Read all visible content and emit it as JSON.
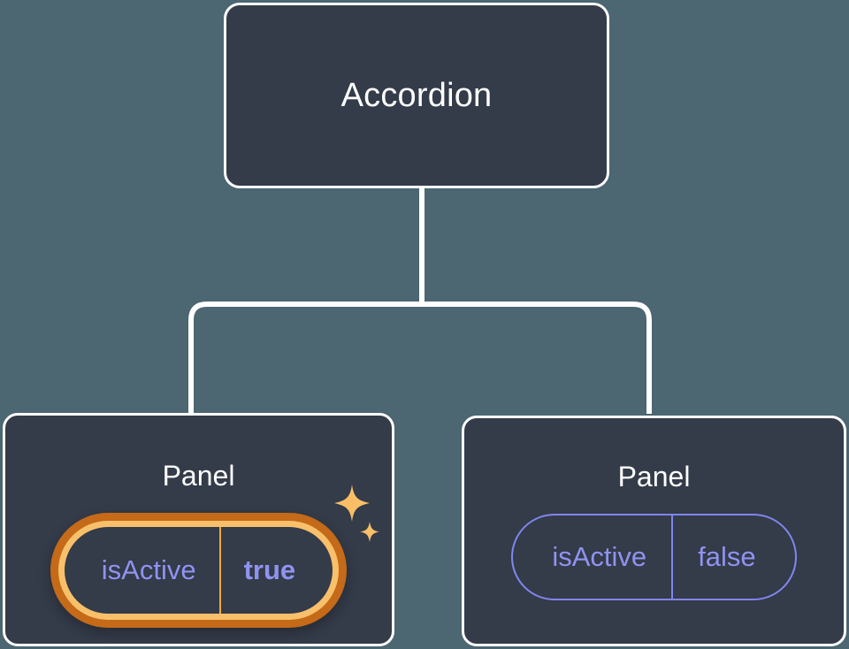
{
  "canvas": {
    "background_color": "#4c6672",
    "node_fill_color": "#343b49",
    "node_border_color": "#ffffff",
    "connector_color": "#ffffff",
    "accent_highlight_color": "#f8c06a",
    "accent_highlight_ring_color": "#c46a18",
    "prop_text_color": "#8f93f0",
    "prop_border_color": "#8086ee"
  },
  "tree": {
    "root": {
      "title": "Accordion"
    },
    "children": [
      {
        "title": "Panel",
        "highlighted": true,
        "prop": {
          "key": "isActive",
          "value": "true"
        },
        "sparkle_icon": "sparkles-icon"
      },
      {
        "title": "Panel",
        "highlighted": false,
        "prop": {
          "key": "isActive",
          "value": "false"
        }
      }
    ]
  }
}
